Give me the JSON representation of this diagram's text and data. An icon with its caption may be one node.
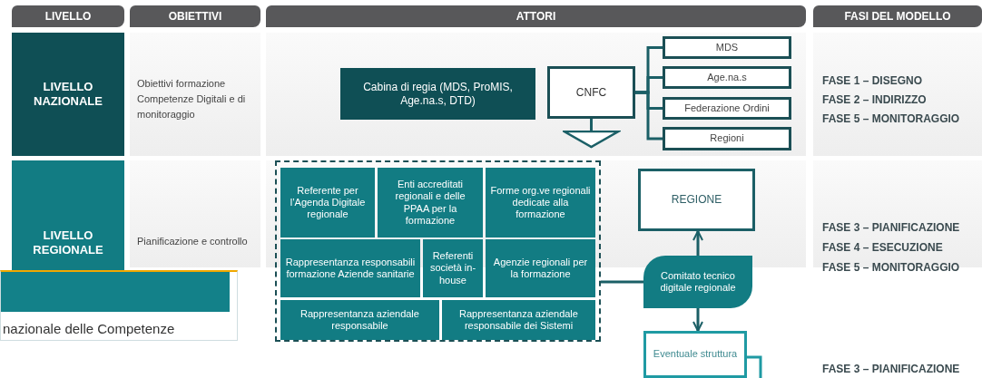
{
  "diagram": {
    "nodes": [
      {
        "text": [
          "LIVELLO"
        ]
      },
      {
        "text": [
          "OBIETTIVI"
        ]
      },
      {
        "text": [
          "ATTORI"
        ]
      },
      {
        "text": [
          "FASI DEL MODELLO"
        ]
      },
      {
        "text": [
          "LIVELLO NAZIONALE"
        ]
      },
      {
        "text": [
          "Cabina di regia (MDS, ProMIS, Age.na.s, DTD)"
        ]
      },
      {
        "text": [
          "CNFC"
        ]
      },
      {
        "text": [
          "MDS"
        ]
      },
      {
        "text": [
          "Age.na.s"
        ]
      },
      {
        "text": [
          "Federazione Ordini"
        ]
      },
      {
        "text": [
          "Regioni"
        ]
      },
      {
        "text": [
          "LIVELLO REGIONALE"
        ]
      },
      {
        "text": [],
        "shape": "box"
      },
      {
        "text": [
          "Referente per l’Agenda Digitale regionale"
        ],
        "in": 12
      },
      {
        "text": [
          "Enti accreditati regionali e delle PPAA per la formazione"
        ],
        "in": 12
      },
      {
        "text": [
          "Forme org.ve regionali dedicate alla formazione"
        ],
        "in": 12
      },
      {
        "text": [
          "Rappresentanza responsabili formazione Aziende sanitarie"
        ],
        "in": 12
      },
      {
        "text": [
          "Referenti società in-house"
        ],
        "in": 12
      },
      {
        "text": [
          "Agenzie regionali per la formazione"
        ],
        "in": 12
      },
      {
        "text": [
          "Rappresentanza aziendale responsabile"
        ],
        "in": 12
      },
      {
        "text": [
          "Rappresentanza aziendale responsabile dei Sistemi"
        ],
        "in": 12
      },
      {
        "text": [
          "REGIONE"
        ]
      },
      {
        "text": [
          "Comitato tecnico digitale regionale"
        ]
      },
      {
        "text": [
          "Eventuale struttura"
        ]
      },
      {
        "text": [
          "nazionale delle Competenze"
        ]
      }
    ],
    "edges": [
      {
        "from": 6,
        "to": 7,
        "arrow": "none"
      },
      {
        "from": 6,
        "to": 8,
        "arrow": "none"
      },
      {
        "from": 6,
        "to": 9,
        "arrow": "none"
      },
      {
        "from": 6,
        "to": 10,
        "arrow": "none"
      },
      {
        "from": 6,
        "to": 12,
        "arrow": "to"
      },
      {
        "from": 12,
        "to": 22,
        "arrow": "none"
      },
      {
        "from": 22,
        "to": 21,
        "arrow": "to"
      },
      {
        "from": 22,
        "to": 23,
        "arrow": "to"
      }
    ],
    "labels": [
      "Obiettivi formazione Competenze Digitali e di monitoraggio",
      "FASE 1 – DISEGNO",
      "FASE 2 – INDIRIZZO",
      "FASE 5 – MONITORAGGIO",
      "Pianificazione e controllo",
      "FASE 3 – PIANIFICAZIONE",
      "FASE 4 – ESECUZIONE",
      "FASE 5 – MONITORAGGIO",
      "FASE 3 – PIANIFICAZIONE"
    ]
  }
}
